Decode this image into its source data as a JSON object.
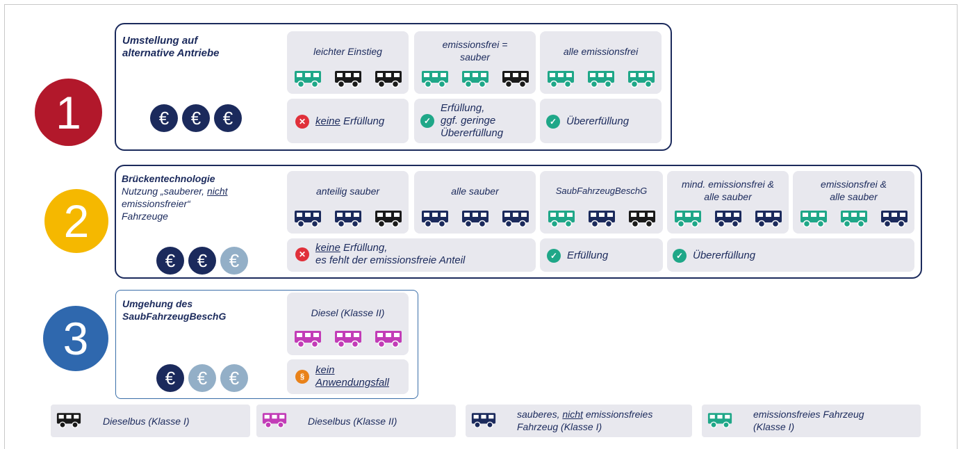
{
  "colors": {
    "navy": "#1b2a5c",
    "green": "#1fa788",
    "black": "#1a1a1a",
    "magenta": "#c23cb7",
    "red_circle": "#b2182b",
    "yellow_circle": "#f5b800",
    "blue_circle": "#2f68ae",
    "euro_light": "#93afc7",
    "box_bg": "#e8e8ee"
  },
  "option1": {
    "number": "1",
    "title_line1": "Umstellung auf",
    "title_line2": "alternative Antriebe",
    "euros": [
      "€",
      "€",
      "€"
    ],
    "euro_states": [
      "dark",
      "dark",
      "dark"
    ],
    "scenarios": [
      {
        "label": "leichter Einstieg",
        "buses": [
          "green",
          "black",
          "black"
        ]
      },
      {
        "label_line1": "emissionsfrei =",
        "label_line2": "sauber",
        "buses": [
          "green",
          "green",
          "black"
        ]
      },
      {
        "label": "alle emissionsfrei",
        "buses": [
          "green",
          "green",
          "green"
        ]
      }
    ],
    "results": [
      {
        "status": "fail",
        "underlined": "keine",
        "rest": " Erfüllung"
      },
      {
        "status": "ok",
        "line1": "Erfüllung,",
        "line2": "ggf. geringe",
        "line3": "Übererfüllung"
      },
      {
        "status": "ok",
        "text": "Übererfüllung"
      }
    ]
  },
  "option2": {
    "number": "2",
    "title_bold": "Brückentechnologie",
    "title_line2_a": "Nutzung „sauberer, ",
    "title_line2_u": "nicht",
    "title_line3": "emissionsfreier“",
    "title_line4": "Fahrzeuge",
    "euros": [
      "€",
      "€",
      "€"
    ],
    "euro_states": [
      "dark",
      "dark",
      "light"
    ],
    "scenarios": [
      {
        "label": "anteilig sauber",
        "buses": [
          "navy",
          "navy",
          "black"
        ]
      },
      {
        "label": "alle sauber",
        "buses": [
          "navy",
          "navy",
          "navy"
        ]
      },
      {
        "label": "SaubFahrzeugBeschG",
        "buses": [
          "green",
          "navy",
          "black"
        ]
      },
      {
        "label_line1": "mind. emissionsfrei &",
        "label_line2": "alle sauber",
        "buses": [
          "green",
          "navy",
          "navy"
        ]
      },
      {
        "label_line1": "emissionsfrei &",
        "label_line2": "alle sauber",
        "buses": [
          "green",
          "green",
          "navy"
        ]
      }
    ],
    "results": [
      {
        "status": "fail",
        "underlined": "keine",
        "rest": " Erfüllung,",
        "line2": "es fehlt der emissionsfreie Anteil"
      },
      {
        "status": "ok",
        "text": "Erfüllung"
      },
      {
        "status": "ok",
        "text": "Übererfüllung"
      }
    ]
  },
  "option3": {
    "number": "3",
    "title_line1": "Umgehung des",
    "title_line2": "SaubFahrzeugBeschG",
    "euros": [
      "€",
      "€",
      "€"
    ],
    "euro_states": [
      "dark",
      "light",
      "light"
    ],
    "scenario": {
      "label": "Diesel (Klasse II)",
      "buses": [
        "magenta",
        "magenta",
        "magenta"
      ]
    },
    "result": {
      "status": "na",
      "line1": "kein",
      "line2": "Anwendungsfall"
    }
  },
  "legend": [
    {
      "bus": "black",
      "text": "Dieselbus (Klasse I)"
    },
    {
      "bus": "magenta",
      "text": "Dieselbus (Klasse II)"
    },
    {
      "bus": "navy",
      "line1_a": "sauberes, ",
      "line1_u": "nicht",
      "line1_b": " emissionsfreies",
      "line2": "Fahrzeug (Klasse I)"
    },
    {
      "bus": "green",
      "line1": "emissionsfreies Fahrzeug",
      "line2": "(Klasse I)"
    }
  ]
}
